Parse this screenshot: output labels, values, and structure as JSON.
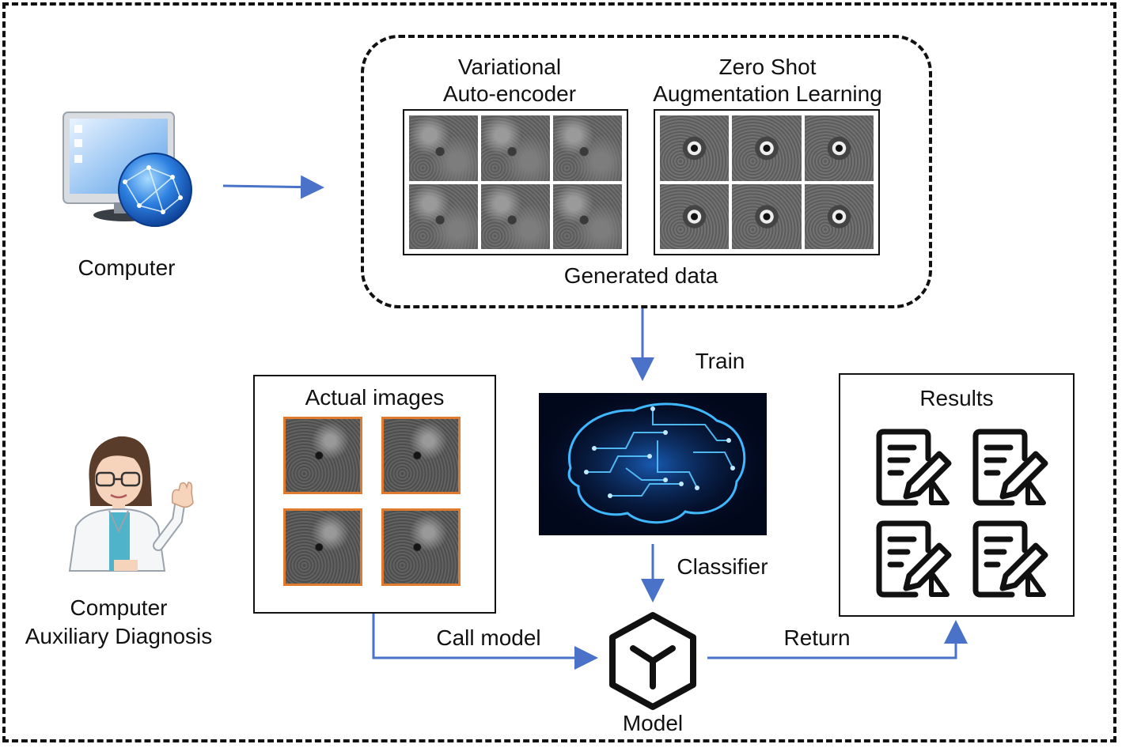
{
  "computer": {
    "label": "Computer"
  },
  "generated": {
    "vae_title_line1": "Variational",
    "vae_title_line2": "Auto-encoder",
    "zsal_title_line1": "Zero Shot",
    "zsal_title_line2": "Augmentation Learning",
    "caption": "Generated data"
  },
  "train": {
    "label": "Train"
  },
  "actual": {
    "title": "Actual images"
  },
  "classifier": {
    "label": "Classifier"
  },
  "results": {
    "title": "Results"
  },
  "doctor": {
    "label_line1": "Computer",
    "label_line2": "Auxiliary Diagnosis"
  },
  "call_model": {
    "label": "Call model"
  },
  "model": {
    "label": "Model"
  },
  "return": {
    "label": "Return"
  },
  "colors": {
    "arrow": "#4a72c8",
    "orange_border": "#e07a2f",
    "brain_bg": "#02081c",
    "brain_glow": "#2fa8ff"
  },
  "icons": [
    "computer-globe-icon",
    "doctor-icon",
    "brain-circuit-icon",
    "model-cube-icon",
    "document-edit-icon"
  ]
}
